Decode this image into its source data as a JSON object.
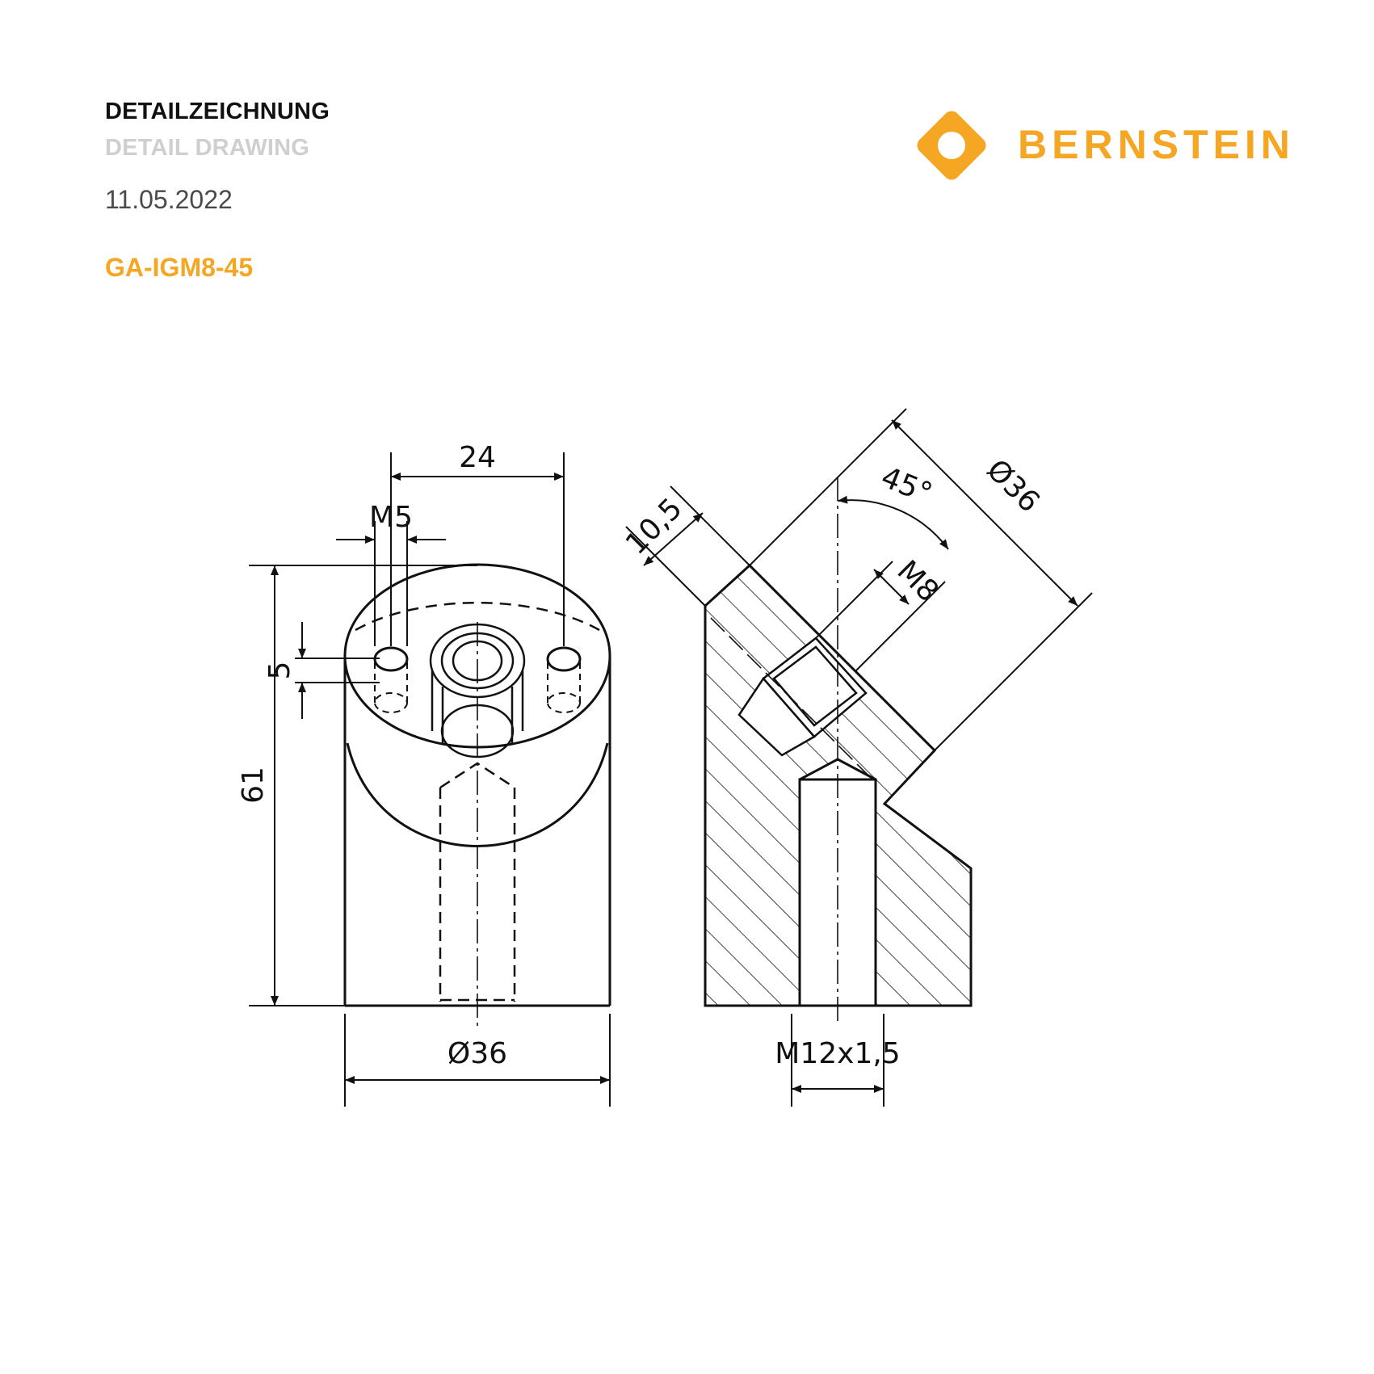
{
  "header": {
    "title_de": "DETAILZEICHNUNG",
    "title_en": "DETAIL DRAWING",
    "date": "11.05.2022",
    "part_number": "GA-IGM8-45"
  },
  "brand": {
    "name": "BERNSTEIN",
    "logo_icon": "diamond-logo-icon",
    "accent_color": "#f5a623"
  },
  "dimensions": {
    "width_24": "24",
    "thread_m5": "M5",
    "height_5": "5",
    "height_61": "61",
    "diameter_left": "Ø36",
    "length_10_5": "10,5",
    "angle_45": "45°",
    "thread_m8": "M8",
    "diameter_right": "Ø36",
    "thread_m12": "M12x1,5"
  }
}
